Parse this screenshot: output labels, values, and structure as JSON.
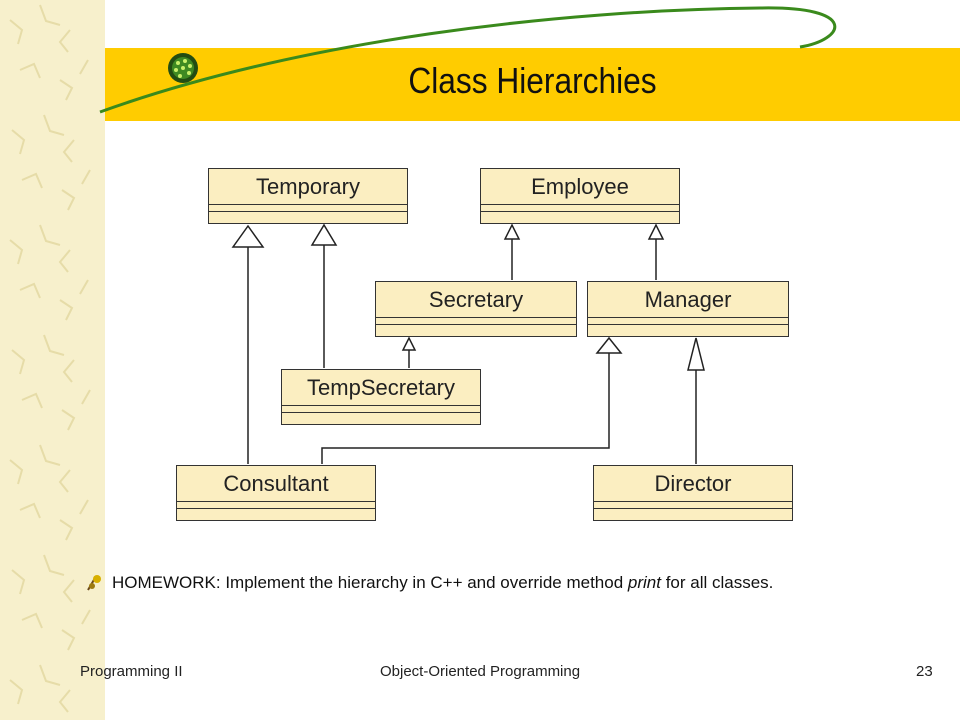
{
  "slide": {
    "title": "Class Hierarchies"
  },
  "diagram": {
    "classes": [
      {
        "id": "temporary",
        "name": "Temporary"
      },
      {
        "id": "employee",
        "name": "Employee"
      },
      {
        "id": "secretary",
        "name": "Secretary"
      },
      {
        "id": "manager",
        "name": "Manager"
      },
      {
        "id": "tempsecretary",
        "name": "TempSecretary"
      },
      {
        "id": "consultant",
        "name": "Consultant"
      },
      {
        "id": "director",
        "name": "Director"
      }
    ],
    "inheritance": [
      {
        "from": "Secretary",
        "to": "Employee"
      },
      {
        "from": "Manager",
        "to": "Employee"
      },
      {
        "from": "TempSecretary",
        "to": "Temporary"
      },
      {
        "from": "TempSecretary",
        "to": "Secretary"
      },
      {
        "from": "Consultant",
        "to": "Temporary"
      },
      {
        "from": "Consultant",
        "to": "Manager"
      },
      {
        "from": "Director",
        "to": "Manager"
      }
    ]
  },
  "homework": {
    "prefix": "HOMEWORK: Implement the hierarchy in C++ and override method ",
    "method": "print",
    "suffix": " for all classes."
  },
  "footer": {
    "left": "Programming II",
    "center": "Object-Oriented Programming",
    "page": "23"
  },
  "colors": {
    "band": "#ffcc00",
    "box_fill": "#fbeec1",
    "strip": "#f7f0cc"
  }
}
